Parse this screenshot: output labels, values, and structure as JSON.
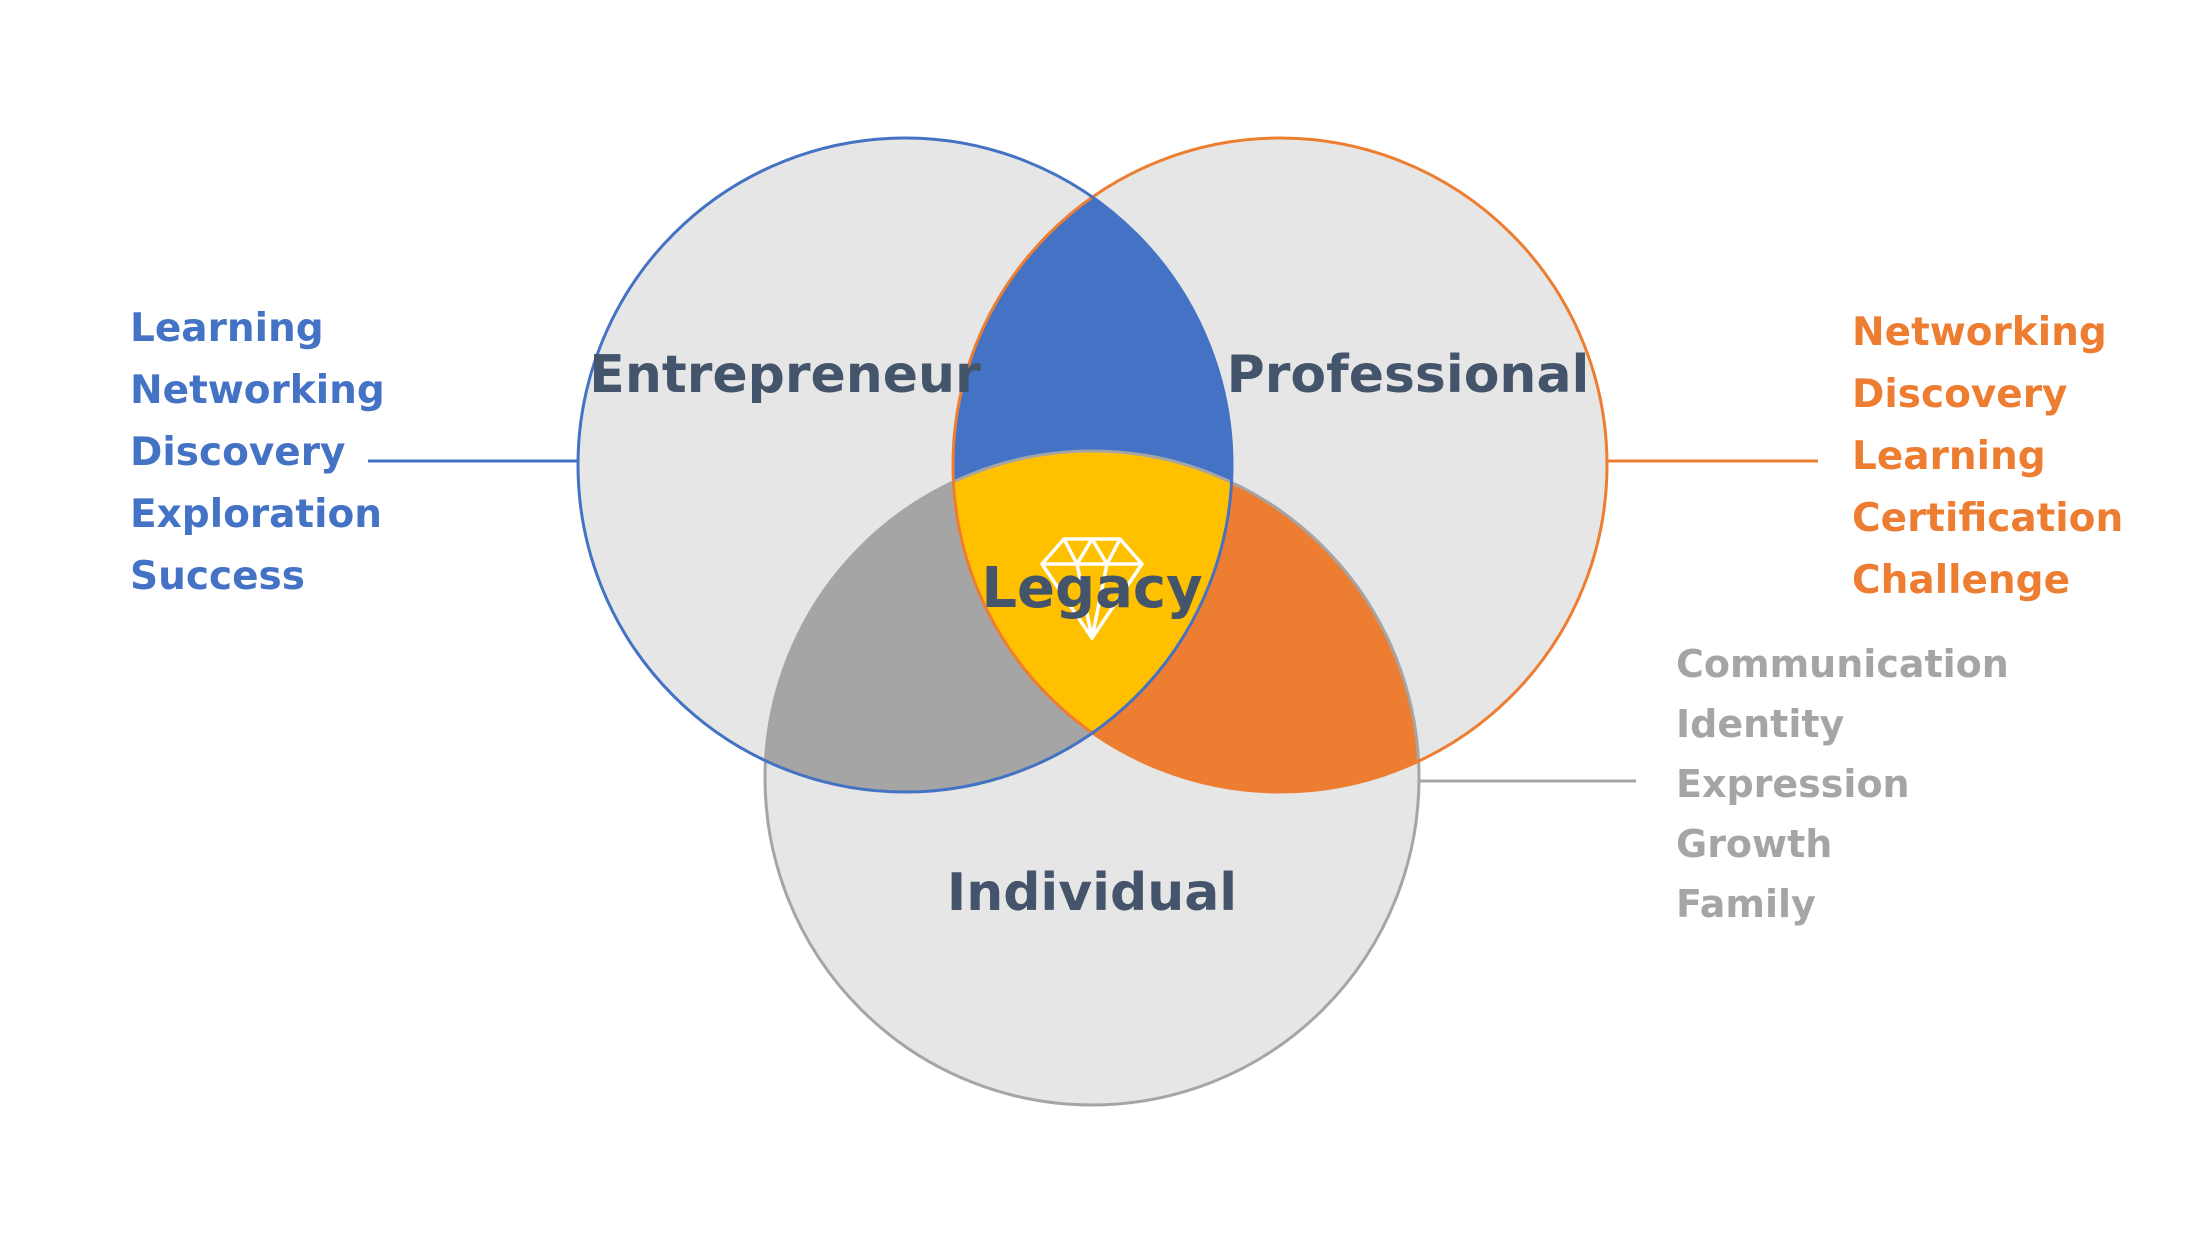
{
  "colors": {
    "entrepreneur": "#4472c4",
    "professional": "#ed7d31",
    "individual": "#a5a5a5",
    "legacy": "#ffc000",
    "circle_fill": "#e6e6e6",
    "label_text": "#44546a"
  },
  "circles": {
    "entrepreneur": {
      "label": "Entrepreneur"
    },
    "professional": {
      "label": "Professional"
    },
    "individual": {
      "label": "Individual"
    }
  },
  "center": {
    "label": "Legacy",
    "icon": "diamond-icon"
  },
  "lists": {
    "entrepreneur": [
      "Learning",
      "Networking",
      "Discovery",
      "Exploration",
      "Success"
    ],
    "professional": [
      "Networking",
      "Discovery",
      "Learning",
      "Certification",
      "Challenge"
    ],
    "individual": [
      "Communication",
      "Identity",
      "Expression",
      "Growth",
      "Family"
    ]
  }
}
